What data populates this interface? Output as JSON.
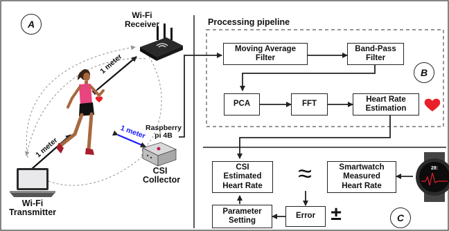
{
  "section_a": {
    "label": "A",
    "receiver_label": "Wi-Fi\nReceiver",
    "transmitter_label": "Wi-Fi\nTransmitter",
    "distance_runner_receiver": "1 meter",
    "distance_runner_transmitter": "1 meter",
    "distance_runner_pi": "1 meter",
    "raspberry_label": "Raspberry\npi 4B",
    "collector_label": "CSI\nCollector"
  },
  "section_b": {
    "title": "Processing pipeline",
    "label": "B",
    "moving_average": "Moving Average\nFilter",
    "band_pass": "Band-Pass\nFilter",
    "pca": "PCA",
    "fft": "FFT",
    "heart_rate_estimation": "Heart Rate\nEstimation"
  },
  "section_c": {
    "label": "C",
    "csi_estimated": "CSI\nEstimated\nHeart Rate",
    "approx_symbol": "≈",
    "smartwatch": "Smartwatch\nMeasured\nHeart Rate",
    "watch_time": "28:",
    "error": "Error",
    "plus_minus": "±",
    "parameter_setting": "Parameter\nSetting"
  },
  "colors": {
    "heart": "#e8202a",
    "blue_measure": "#1a1aff",
    "runner_top": "#e8457e",
    "line": "#222222",
    "dashed_gray": "#9a9a9a"
  }
}
